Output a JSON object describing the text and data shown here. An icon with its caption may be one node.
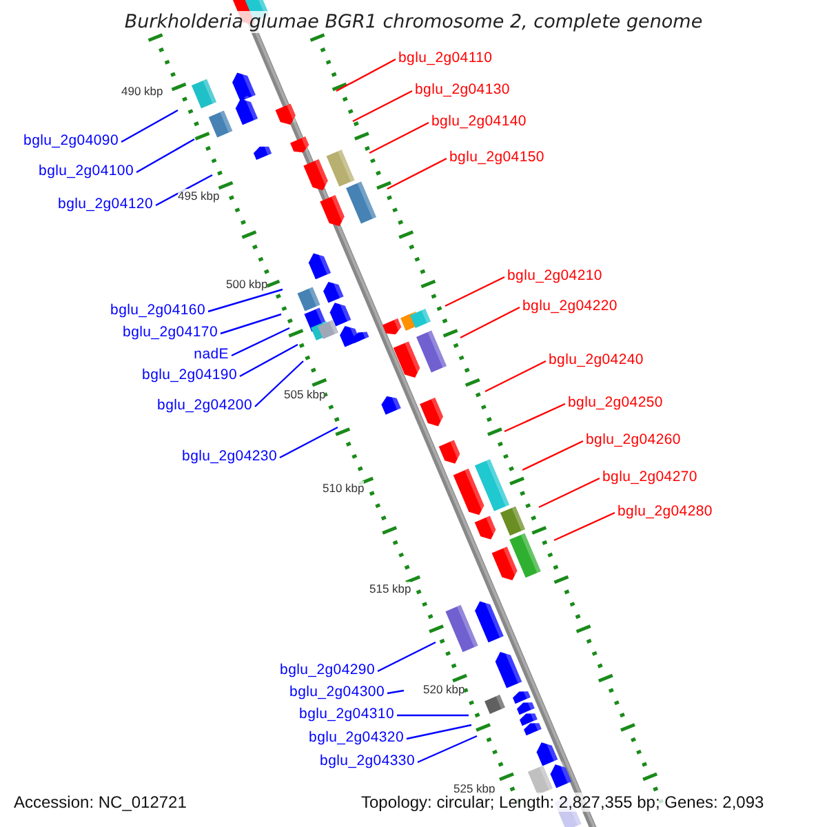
{
  "diagram": {
    "title": "Burkholderia glumae BGR1 chromosome 2, complete genome",
    "nodes": [
      {
        "text": [
          "bglu_2g04110"
        ]
      },
      {
        "text": [
          "bglu_2g04130"
        ]
      },
      {
        "text": [
          "bglu_2g04140"
        ]
      },
      {
        "text": [
          "bglu_2g04090"
        ]
      },
      {
        "text": [
          "bglu_2g04150"
        ]
      },
      {
        "text": [
          "bglu_2g04100"
        ]
      },
      {
        "text": [
          "bglu_2g04120"
        ]
      },
      {
        "text": [
          "bglu_2g04210"
        ]
      },
      {
        "text": [
          "bglu_2g04220"
        ]
      },
      {
        "text": [
          "bglu_2g04160"
        ]
      },
      {
        "text": [
          "bglu_2g04170"
        ]
      },
      {
        "text": [
          "nadE"
        ]
      },
      {
        "text": [
          "bglu_2g04240"
        ]
      },
      {
        "text": [
          "bglu_2g04190"
        ]
      },
      {
        "text": [
          "bglu_2g04250"
        ]
      },
      {
        "text": [
          "bglu_2g04200"
        ]
      },
      {
        "text": [
          "bglu_2g04260"
        ]
      },
      {
        "text": [
          "bglu_2g04230"
        ]
      },
      {
        "text": [
          "bglu_2g04270"
        ]
      },
      {
        "text": [
          "bglu_2g04280"
        ]
      },
      {
        "text": [
          "bglu_2g04290"
        ]
      },
      {
        "text": [
          "bglu_2g04300"
        ]
      },
      {
        "text": [
          "bglu_2g04310"
        ]
      },
      {
        "text": [
          "bglu_2g04320"
        ]
      },
      {
        "text": [
          "bglu_2g04330"
        ]
      }
    ],
    "edges": [
      {
        "from": 0,
        "to": null,
        "arrow": "none",
        "color": "#ff0000"
      },
      {
        "from": 1,
        "to": null,
        "arrow": "none",
        "color": "#ff0000"
      },
      {
        "from": 2,
        "to": null,
        "arrow": "none",
        "color": "#ff0000"
      },
      {
        "from": 3,
        "to": null,
        "arrow": "none"
      },
      {
        "from": 4,
        "to": null,
        "arrow": "none",
        "color": "#ff0000"
      },
      {
        "from": 5,
        "to": null,
        "arrow": "none"
      },
      {
        "from": 6,
        "to": null,
        "arrow": "none"
      },
      {
        "from": 7,
        "to": null,
        "arrow": "none",
        "color": "#ff0000"
      },
      {
        "from": 8,
        "to": null,
        "arrow": "none",
        "color": "#ff0000"
      },
      {
        "from": 9,
        "to": null,
        "arrow": "none"
      },
      {
        "from": 10,
        "to": null,
        "arrow": "none"
      },
      {
        "from": 11,
        "to": null,
        "arrow": "none"
      },
      {
        "from": 12,
        "to": null,
        "arrow": "none",
        "color": "#ff0000"
      },
      {
        "from": 13,
        "to": null,
        "arrow": "none"
      },
      {
        "from": 14,
        "to": null,
        "arrow": "none",
        "color": "#ff0000"
      },
      {
        "from": 15,
        "to": null,
        "arrow": "none"
      },
      {
        "from": 16,
        "to": null,
        "arrow": "none",
        "color": "#ff0000"
      },
      {
        "from": 17,
        "to": null,
        "arrow": "none"
      },
      {
        "from": 18,
        "to": null,
        "arrow": "none",
        "color": "#ff0000"
      },
      {
        "from": 19,
        "to": null,
        "arrow": "none",
        "color": "#ff0000"
      },
      {
        "from": 20,
        "to": null,
        "arrow": "none"
      },
      {
        "from": 21,
        "to": null,
        "arrow": "none"
      },
      {
        "from": 22,
        "to": null,
        "arrow": "none"
      },
      {
        "from": 23,
        "to": null,
        "arrow": "none"
      },
      {
        "from": 24,
        "to": null,
        "arrow": "none"
      }
    ],
    "labels": [
      "490 kbp",
      "495 kbp",
      "500 kbp",
      "505 kbp",
      "510 kbp",
      "515 kbp",
      "520 kbp",
      "525 kbp",
      "Accession: NC_012721",
      "Topology: circular; Length: 2,827,355 bp; Genes: 2,093"
    ]
  }
}
